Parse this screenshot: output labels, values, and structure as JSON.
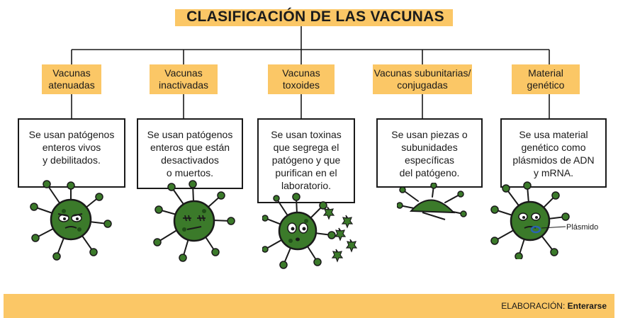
{
  "title": "CLASIFICACIÓN DE LAS VACUNAS",
  "categories": [
    {
      "label": "Vacunas\natenuadas",
      "description": "Se usan patógenos\nenteros vivos\ny debilitados."
    },
    {
      "label": "Vacunas\ninactivadas",
      "description": "Se usan patógenos\nenteros  que están\ndesactivados\no muertos."
    },
    {
      "label": "Vacunas\ntoxoides",
      "description": "Se usan toxinas\nque segrega el\npatógeno y que\npurifican en el\nlaboratorio."
    },
    {
      "label": "Vacunas subunitarias/\nconjugadas",
      "description": "Se usan piezas o\nsubunidades\nespecíficas\ndel patógeno."
    },
    {
      "label": "Material\ngenético",
      "description": "Se usa material\ngenético como\nplásmidos de ADN\ny mRNA."
    }
  ],
  "plasmid_label": "Plásmido",
  "credit": {
    "prefix": "ELABORACIÓN:",
    "name": "Enterarse"
  },
  "colors": {
    "accent": "#fbc766",
    "virus_body": "#3b7a2a",
    "virus_dark": "#1f4d17",
    "plasmid": "#2a63b0"
  }
}
